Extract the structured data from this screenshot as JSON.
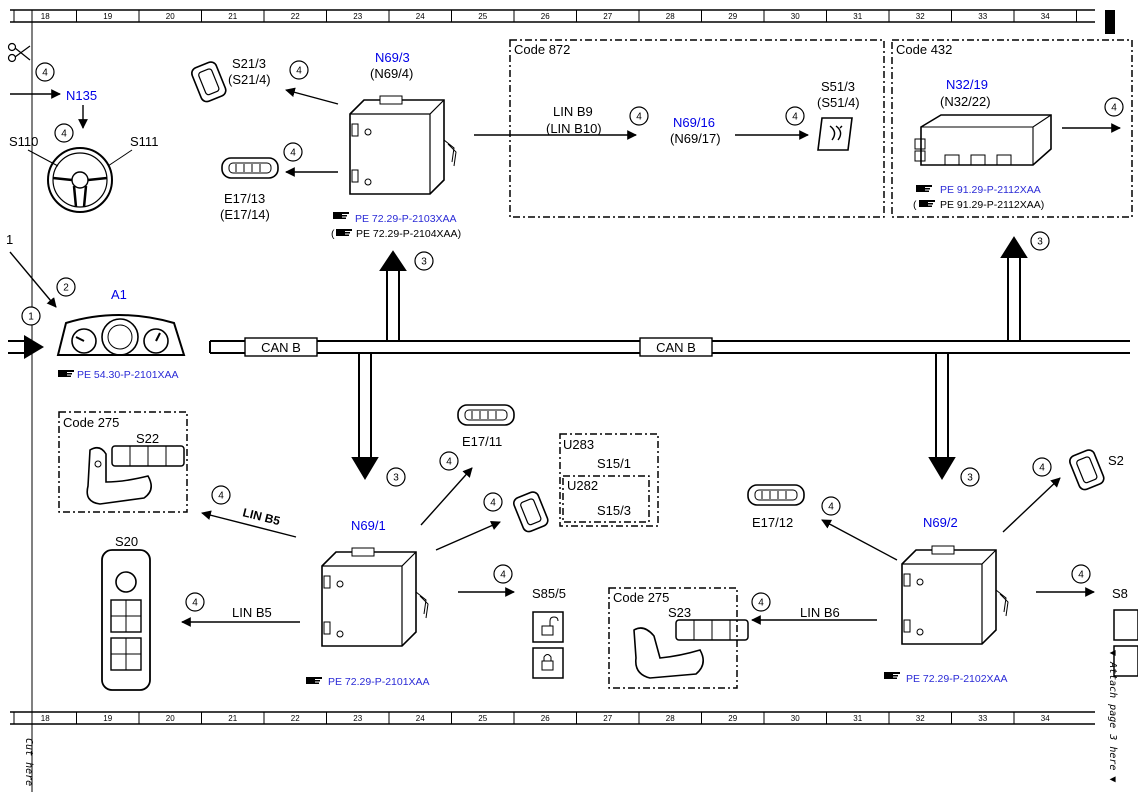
{
  "ruler": {
    "columns": [
      "18",
      "19",
      "20",
      "21",
      "22",
      "23",
      "24",
      "25",
      "26",
      "27",
      "28",
      "29",
      "30",
      "31",
      "32",
      "33",
      "34"
    ]
  },
  "bus": {
    "label_left": "CAN B",
    "label_right": "CAN B"
  },
  "components": {
    "n135": "N135",
    "s110": "S110",
    "s111": "S111",
    "a1": "A1",
    "a1_ref": "PE 54.30-P-2101XAA",
    "s21_3": "S21/3",
    "s21_4": "(S21/4)",
    "n69_3": "N69/3",
    "n69_4": "(N69/4)",
    "e17_13": "E17/13",
    "e17_14": "(E17/14)",
    "n69_3_ref": "PE 72.29-P-2103XAA",
    "n69_4_ref": "PE 72.29-P-2104XAA)",
    "n69_4_ref_open": "(",
    "lin_b9": "LIN B9",
    "lin_b10": "(LIN B10)",
    "n69_16": "N69/16",
    "n69_17": "(N69/17)",
    "s51_3": "S51/3",
    "s51_4": "(S51/4)",
    "n32_19": "N32/19",
    "n32_22": "(N32/22)",
    "n32_19_ref": "PE 91.29-P-2112XAA",
    "n32_22_ref": "PE 91.29-P-2112XAA)",
    "n32_22_ref_open": "(",
    "s22": "S22",
    "lin_b5_upper": "LIN B5",
    "s20": "S20",
    "lin_b5_lower": "LIN B5",
    "e17_11": "E17/11",
    "n69_1": "N69/1",
    "n69_1_ref": "PE 72.29-P-2101XAA",
    "u283": "U283",
    "s15_1": "S15/1",
    "u282": "U282",
    "s15_3": "S15/3",
    "s85_5": "S85/5",
    "s23": "S23",
    "lin_b6": "LIN B6",
    "e17_12": "E17/12",
    "n69_2": "N69/2",
    "n69_2_ref": "PE 72.29-P-2102XAA",
    "s21_cut": "S2",
    "s8_cut": "S8"
  },
  "codes": {
    "code_872": "Code 872",
    "code_432": "Code 432",
    "code_275_left": "Code 275",
    "code_275_right": "Code 275"
  },
  "markers": {
    "m1": "1",
    "m2": "2",
    "m3a": "3",
    "m3b": "3",
    "m3c": "3",
    "m3d": "3",
    "m4": "4"
  },
  "edge": {
    "left_label_1": "1",
    "cut_here": "Cut here",
    "attach_here": "▼ Attach page 3 here ▼"
  },
  "colors": {
    "blue_label": "#0000e6",
    "ref_blue": "#2a2ad6",
    "line": "#000000"
  }
}
